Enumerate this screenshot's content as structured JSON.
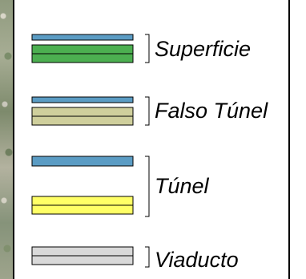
{
  "legend": {
    "items": [
      {
        "key": "superficie",
        "label": "Superficie"
      },
      {
        "key": "falso_tunel",
        "label": "Falso Túnel"
      },
      {
        "key": "tunel",
        "label": "Túnel"
      },
      {
        "key": "viaducto",
        "label": "Viaducto"
      }
    ]
  },
  "colors": {
    "blue": "#5b9cc4",
    "green": "#4caf50",
    "khaki": "#cfcf9c",
    "yellow": "#ffff66",
    "grey": "#d9d9d9",
    "outline": "#000000",
    "map_strip": "#8f9a7e"
  }
}
